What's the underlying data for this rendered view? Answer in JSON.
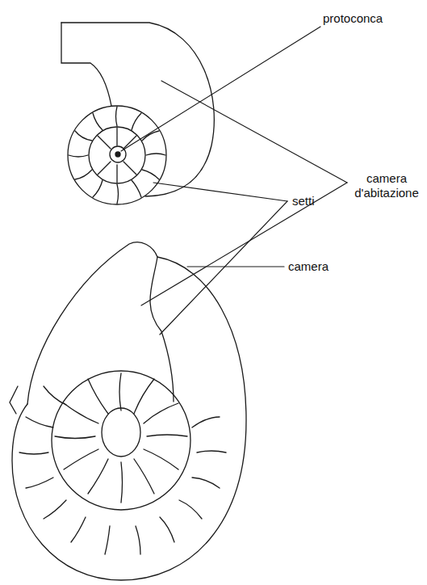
{
  "diagram": {
    "labels": [
      "protoconca",
      "camera d'abitazione",
      "setti",
      "camera"
    ]
  }
}
